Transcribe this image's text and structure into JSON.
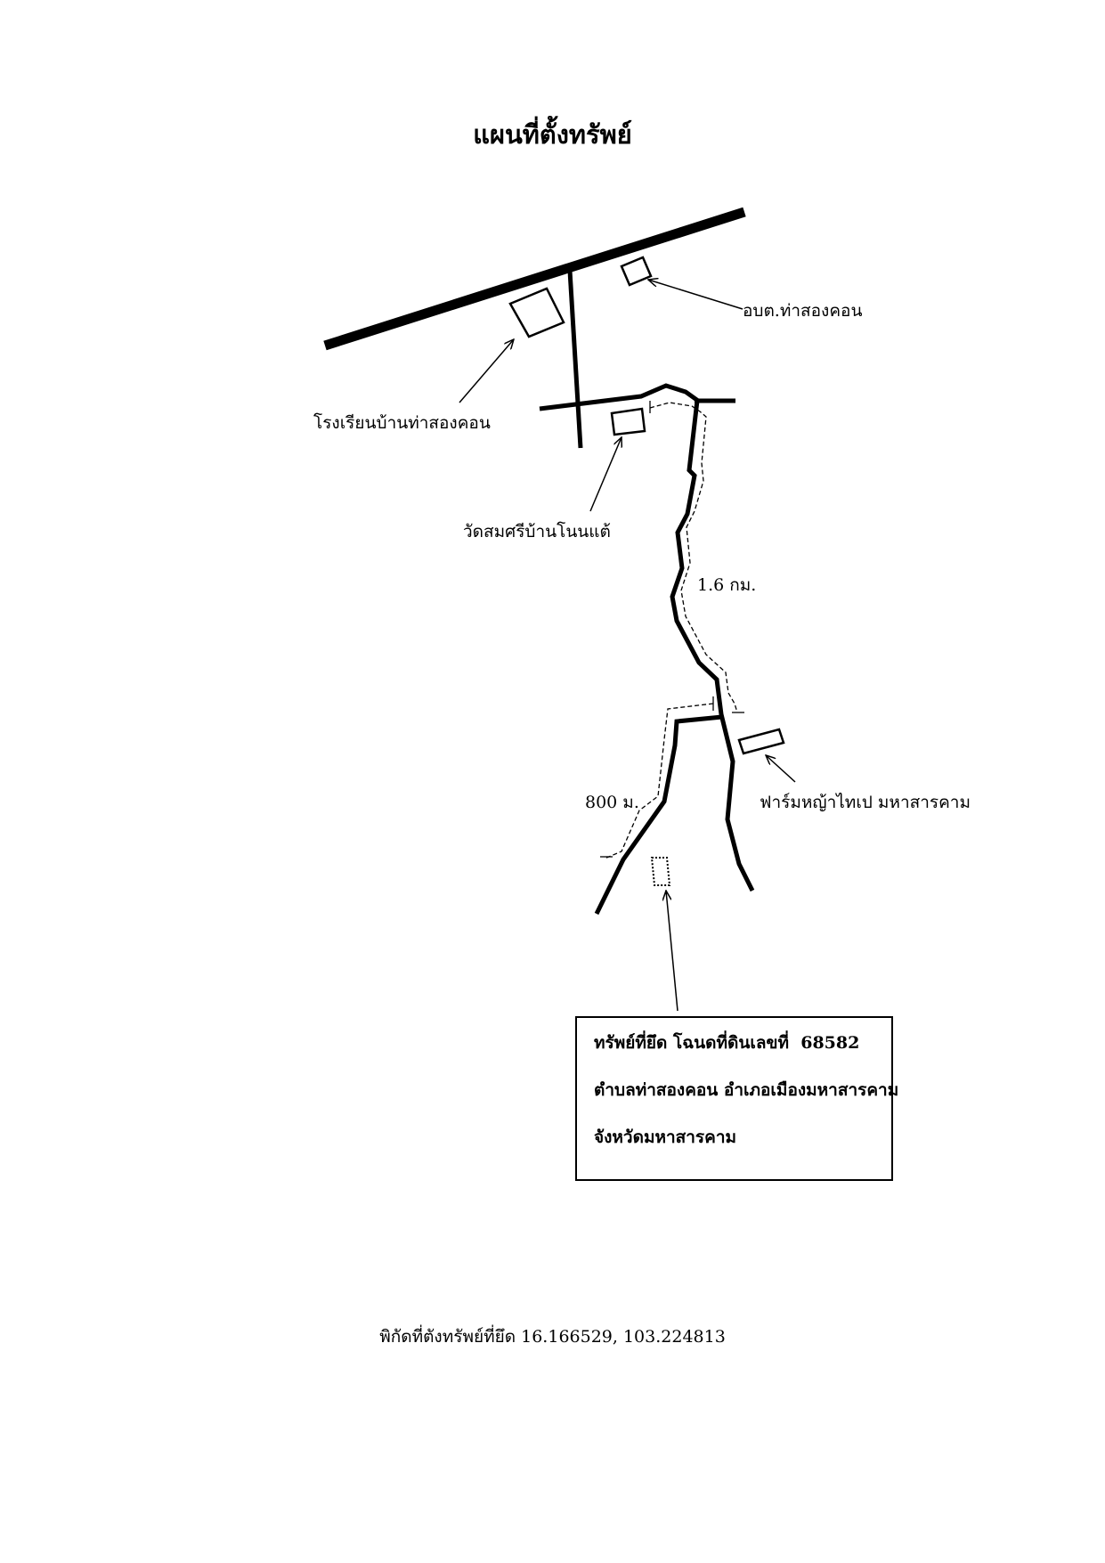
{
  "title": "แผนที่ตั้งทรัพย์",
  "labels": {
    "obt": "อบต.ท่าสองคอน",
    "school": "โรงเรียนบ้านท่าสองคอน",
    "temple": "วัดสมศรีบ้านโนนแต้",
    "distance_main": "1.6 กม.",
    "distance_branch": "800 ม.",
    "farm": "ฟาร์มหญ้าไทเป มหาสารคาม"
  },
  "property_box": {
    "line1_label": "ทรัพย์ที่ยึด โฉนดที่ดินเลขที่",
    "deed_number": "68582",
    "line2": "ตำบลท่าสองคอน อำเภอเมืองมหาสารคาม",
    "line3": "จังหวัดมหาสารคาม"
  },
  "coordinates_text": "พิกัดที่ตังทรัพย์ที่ยึด 16.166529, 103.224813",
  "colors": {
    "ink": "#000000",
    "paper": "#ffffff"
  }
}
